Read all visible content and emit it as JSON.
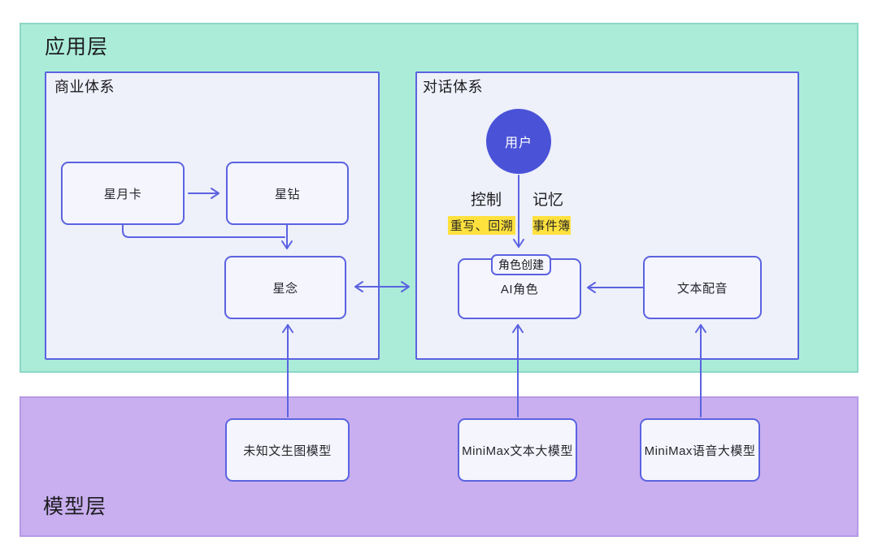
{
  "diagram": {
    "layers": {
      "application": {
        "label": "应用层"
      },
      "model": {
        "label": "模型层"
      }
    },
    "groups": {
      "business": {
        "label": "商业体系"
      },
      "dialogue": {
        "label": "对话体系"
      }
    },
    "nodes": {
      "xingyueka": {
        "label": "星月卡"
      },
      "xingzuan": {
        "label": "星钻"
      },
      "xingnian": {
        "label": "星念"
      },
      "user": {
        "label": "用户"
      },
      "role_create": {
        "label": "角色创建"
      },
      "ai_role": {
        "label": "AI角色"
      },
      "text_dubbing": {
        "label": "文本配音"
      },
      "t2i_model": {
        "label": "未知文生图模型"
      },
      "minimax_text_model": {
        "label": "MiniMax文本大模型"
      },
      "minimax_voice_model": {
        "label": "MiniMax语音大模型"
      }
    },
    "flow_labels": {
      "control": {
        "label": "控制"
      },
      "memory": {
        "label": "记忆"
      },
      "control_note": {
        "label": "重写、回溯"
      },
      "memory_note": {
        "label": "事件簿"
      }
    }
  },
  "colors": {
    "accent_blue": "#5b63e0",
    "user_circle_blue": "#4a52d8",
    "app_layer_bg": "#abecd9",
    "app_layer_border": "#8dd8c6",
    "model_layer_bg": "#c9aff0",
    "model_layer_border": "#b699e5",
    "group_bg": "#eef0fa",
    "node_bg": "#f4f5fd",
    "highlight_yellow": "#ffe13e",
    "text_dark": "#1c1c1e"
  }
}
